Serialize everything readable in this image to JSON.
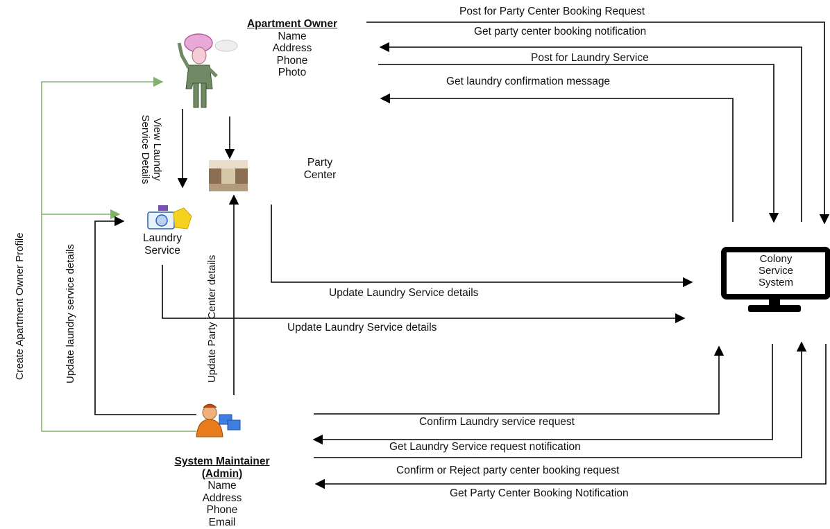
{
  "entities": {
    "owner": {
      "title": "Apartment Owner",
      "fields": [
        "Name",
        "Address",
        "Phone",
        "Photo"
      ]
    },
    "party_center": {
      "label_line1": "Party",
      "label_line2": "Center"
    },
    "laundry": {
      "label_line1": "Laundry",
      "label_line2": "Service"
    },
    "system": {
      "label_line1": "Colony",
      "label_line2": "Service",
      "label_line3": "System"
    },
    "admin": {
      "title_line1": "System Maintainer",
      "title_line2": "(Admin)",
      "fields": [
        "Name",
        "Address",
        "Phone",
        "Email"
      ]
    }
  },
  "flows": {
    "post_party_booking": "Post for Party Center Booking Request",
    "get_party_notification": "Get party center booking notification",
    "post_laundry": "Post for Laundry Service",
    "get_laundry_confirmation": "Get laundry confirmation message",
    "view_laundry_details": "View Laundry Service Details",
    "update_laundry_from_party": "Update Laundry Service details",
    "update_laundry_from_laundry": "Update Laundry Service details",
    "create_owner_profile": "Create Apartment Owner Profile",
    "update_laundry_admin": "Update laundry service details",
    "update_party_admin": "Update Party Center details",
    "confirm_laundry_request": "Confirm Laundry service request",
    "get_laundry_request_notification": "Get Laundry Service request notification",
    "confirm_reject_party": "Confirm or Reject party center booking request",
    "get_party_booking_notification": "Get Party Center Booking Notification"
  },
  "colors": {
    "line": "#000000",
    "green_line": "#7fb36a",
    "monitor": "#000000"
  }
}
